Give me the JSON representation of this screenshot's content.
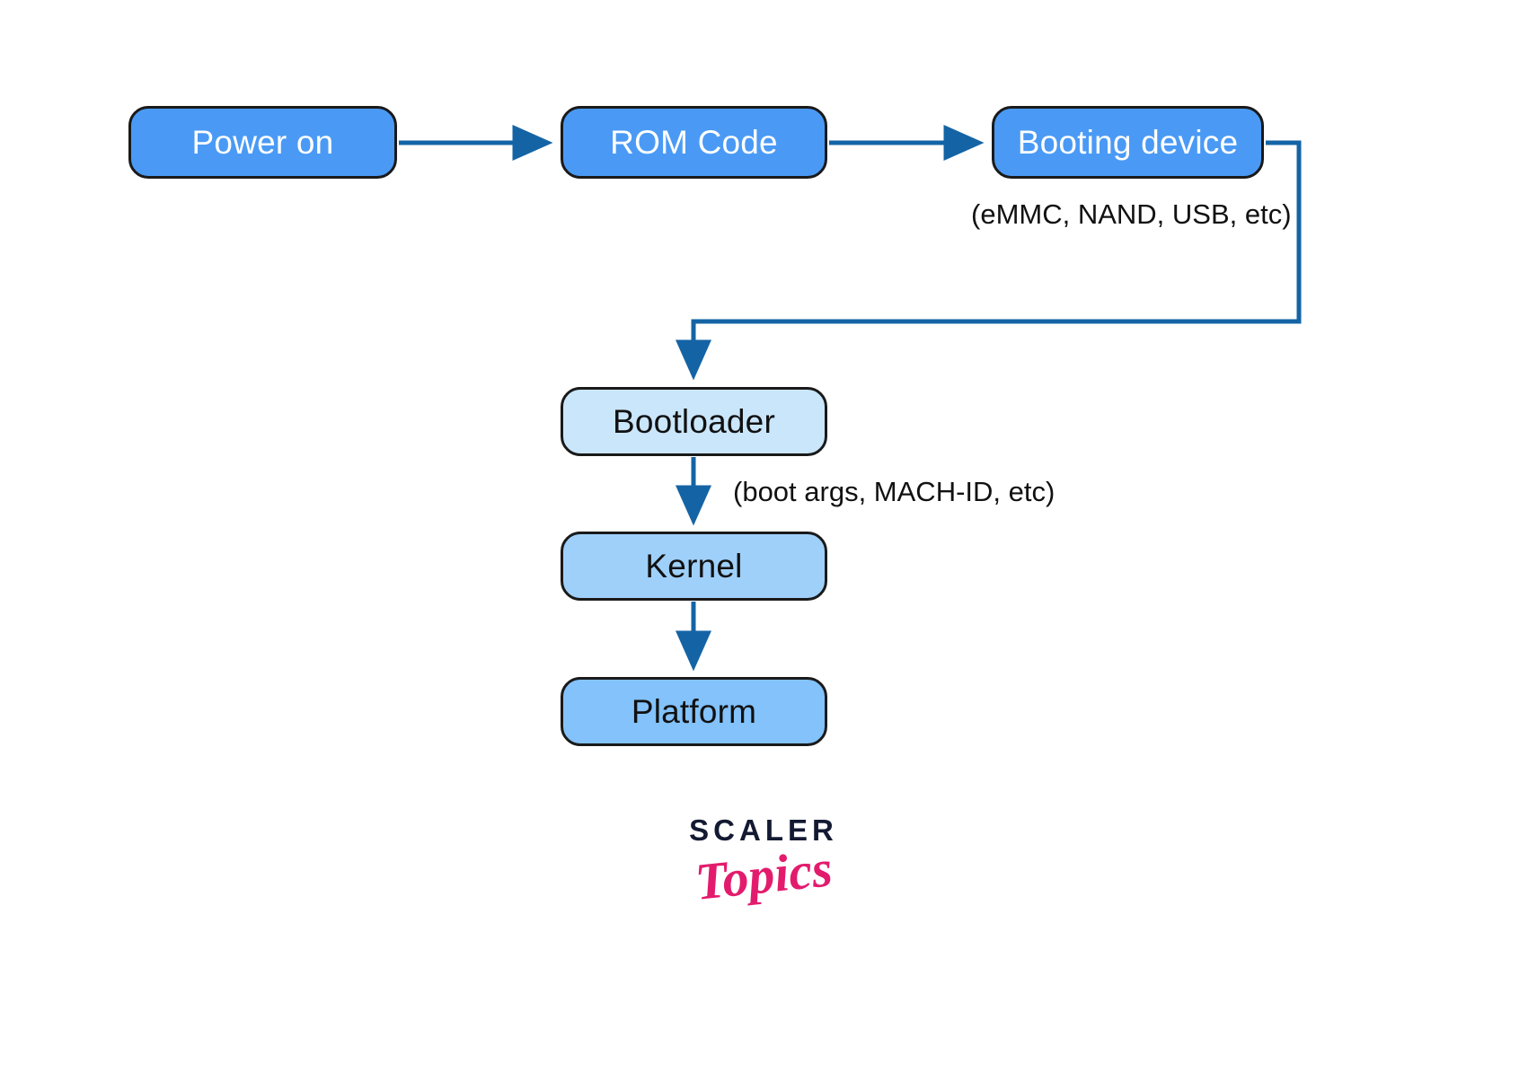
{
  "diagram": {
    "title": "Linux boot sequence flowchart",
    "colors": {
      "node_dark_blue": "#4a9af5",
      "node_light_blue": "#cae6fb",
      "node_mid_blue": "#9fd0fa",
      "node_blue": "#83c2fb",
      "edge_blue": "#1464a5",
      "node_border": "#1a1a1a",
      "background": "#ffffff",
      "logo_navy": "#131a32",
      "logo_pink": "#e31b6d"
    },
    "nodes": [
      {
        "id": "power-on",
        "label": "Power on"
      },
      {
        "id": "rom-code",
        "label": "ROM Code"
      },
      {
        "id": "booting-device",
        "label": "Booting device"
      },
      {
        "id": "bootloader",
        "label": "Bootloader"
      },
      {
        "id": "kernel",
        "label": "Kernel"
      },
      {
        "id": "platform",
        "label": "Platform"
      }
    ],
    "captions": [
      {
        "id": "booting-device-caption",
        "text": "(eMMC, NAND, USB, etc)"
      },
      {
        "id": "boot-args-caption",
        "text": "(boot args, MACH-ID, etc)"
      }
    ],
    "edges": [
      {
        "from": "Power on",
        "to": "ROM Code",
        "style": "straight-horizontal"
      },
      {
        "from": "ROM Code",
        "to": "Booting device",
        "style": "straight-horizontal"
      },
      {
        "from": "Booting device",
        "to": "Bootloader",
        "style": "elbow-right-down-left"
      },
      {
        "from": "Bootloader",
        "to": "Kernel",
        "style": "straight-vertical"
      },
      {
        "from": "Kernel",
        "to": "Platform",
        "style": "straight-vertical"
      }
    ]
  },
  "logo": {
    "primary": "SCALER",
    "secondary": "Topics"
  }
}
